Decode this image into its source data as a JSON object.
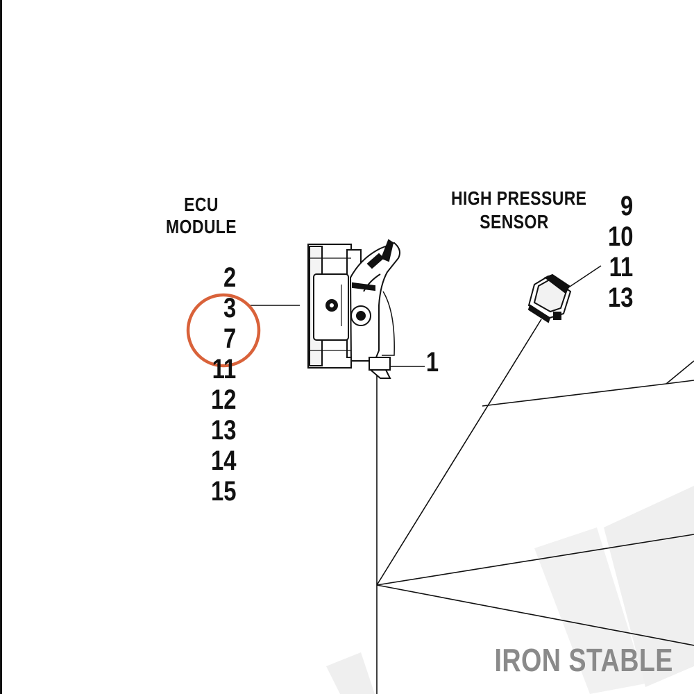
{
  "ecu": {
    "title_line1": "ECU",
    "title_line2": "MODULE",
    "numbers": [
      "2",
      "3",
      "7",
      "11",
      "12",
      "13",
      "14",
      "15"
    ]
  },
  "sensor": {
    "title_line1": "HIGH PRESSURE",
    "title_line2": "SENSOR",
    "numbers": [
      "9",
      "10",
      "11",
      "13"
    ]
  },
  "callout": {
    "number": "1"
  },
  "highlight": {
    "color": "#d9623a",
    "circled_number": "7"
  },
  "watermark": {
    "text": "IRON STABLE"
  }
}
